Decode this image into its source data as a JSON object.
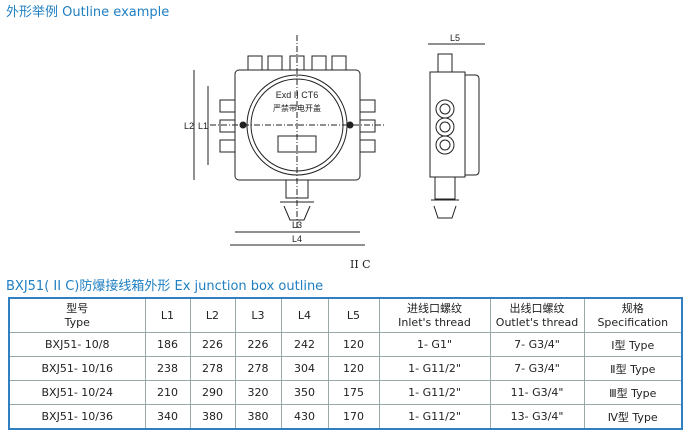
{
  "title": "外形举例  Outline example",
  "drawing": {
    "marking_line1": "Exd II CT6",
    "marking_line2": "严禁带电开盖",
    "dims": [
      "L1",
      "L2",
      "L3",
      "L4",
      "L5"
    ],
    "caption": "II C"
  },
  "table_title": "BXJ51( II C)防爆接线箱外形  Ex junction box outline",
  "headers": [
    {
      "cn": "型号",
      "en": "Type"
    },
    {
      "cn": "",
      "en": "L1"
    },
    {
      "cn": "",
      "en": "L2"
    },
    {
      "cn": "",
      "en": "L3"
    },
    {
      "cn": "",
      "en": "L4"
    },
    {
      "cn": "",
      "en": "L5"
    },
    {
      "cn": "进线口螺纹",
      "en": "Inlet's thread"
    },
    {
      "cn": "出线口螺纹",
      "en": "Outlet's thread"
    },
    {
      "cn": "规格",
      "en": "Specification"
    }
  ],
  "rows": [
    [
      "BXJ51- 10/8",
      "186",
      "226",
      "226",
      "242",
      "120",
      "1- G1\"",
      "7- G3/4\"",
      "Ⅰ型 Type"
    ],
    [
      "BXJ51- 10/16",
      "238",
      "278",
      "278",
      "304",
      "120",
      "1- G11/2\"",
      "7- G3/4\"",
      "Ⅱ型 Type"
    ],
    [
      "BXJ51- 10/24",
      "210",
      "290",
      "320",
      "350",
      "175",
      "1- G11/2\"",
      "11- G3/4\"",
      "Ⅲ型 Type"
    ],
    [
      "BXJ51- 10/36",
      "340",
      "380",
      "380",
      "430",
      "170",
      "1- G11/2\"",
      "13- G3/4\"",
      "Ⅳ型 Type"
    ]
  ]
}
